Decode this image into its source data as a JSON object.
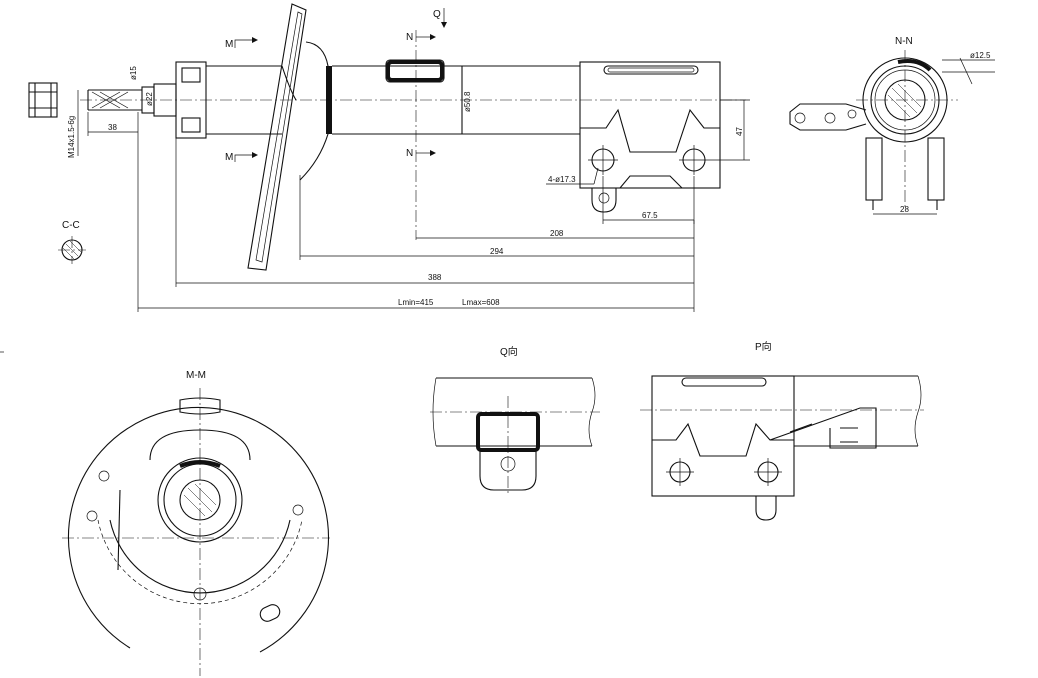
{
  "views": {
    "section_m": "M",
    "section_n": "N",
    "view_q": "Q",
    "section_cc": "C-C",
    "section_nn": "N-N",
    "section_mm": "M-M",
    "view_q_title": "Q向",
    "view_p_title": "P向"
  },
  "dimensions": {
    "thread": "M14x1.5-6g",
    "d15": "ø15",
    "d22": "ø22",
    "len38": "38",
    "d50": "ø50.8",
    "d47": "47",
    "holes": "4-ø17.3",
    "d67": "67.5",
    "d208": "208",
    "d294": "294",
    "d388": "388",
    "lmin": "Lmin=415",
    "lmax": "Lmax=608",
    "d12": "ø12.5",
    "d28": "28"
  }
}
